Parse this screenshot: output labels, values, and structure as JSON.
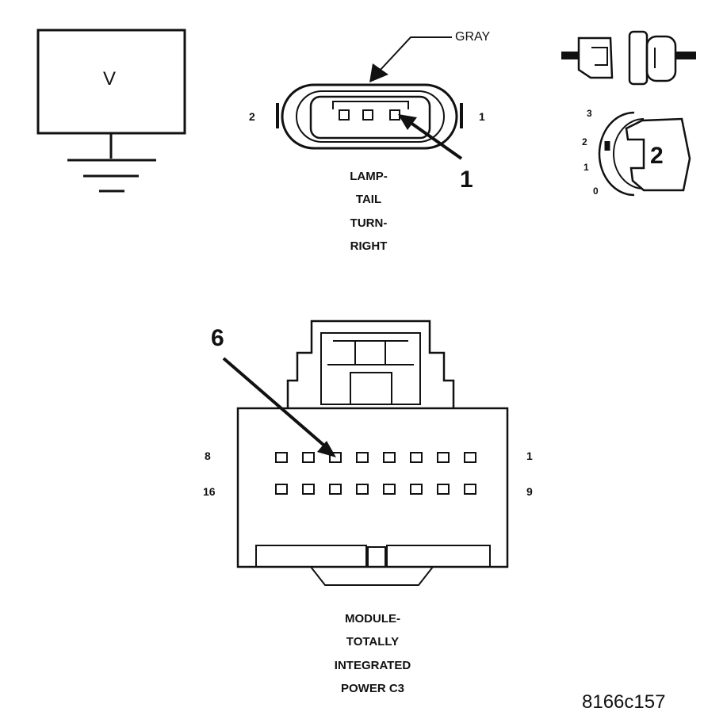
{
  "voltmeter": {
    "symbol": "V"
  },
  "lamp_connector": {
    "wire_color": "GRAY",
    "pin_left": "2",
    "pin_right": "1",
    "callout": "1",
    "caption": [
      "LAMP-",
      "TAIL",
      "TURN-",
      "RIGHT"
    ]
  },
  "ignition_switch": {
    "positions": [
      "3",
      "2",
      "1",
      "0"
    ],
    "callout": "2"
  },
  "module_connector": {
    "callout": "6",
    "pin_top_left": "8",
    "pin_top_right": "1",
    "pin_bottom_left": "16",
    "pin_bottom_right": "9",
    "caption": [
      "MODULE-",
      "TOTALLY",
      "INTEGRATED",
      "POWER C3"
    ]
  },
  "figure_ref": "8166c157"
}
